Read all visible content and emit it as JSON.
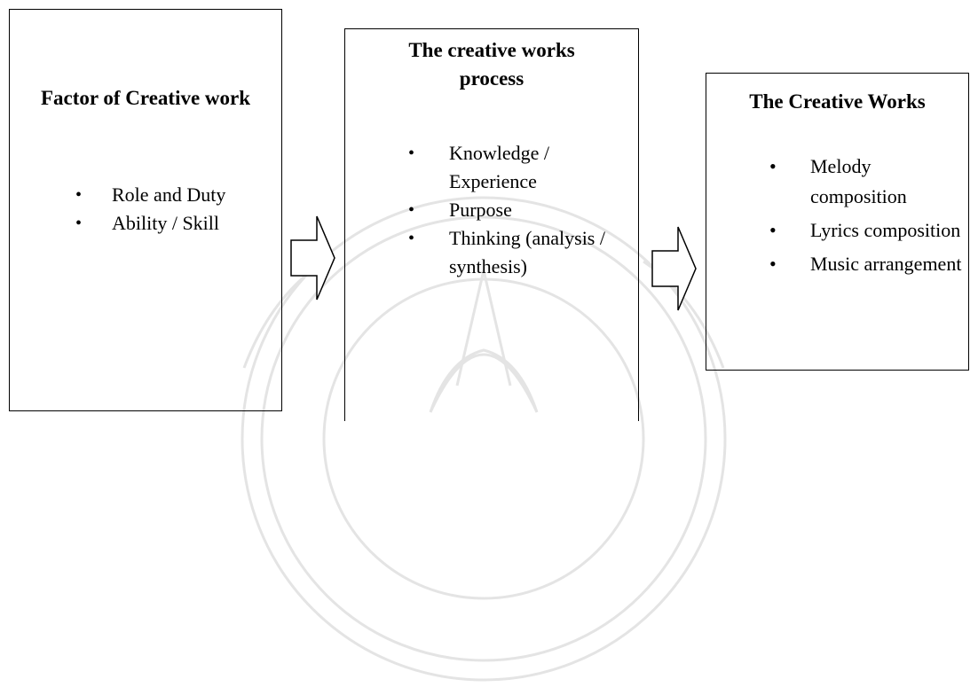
{
  "boxes": [
    {
      "title": "Factor of Creative work",
      "items": [
        "Role and Duty",
        "Ability / Skill"
      ]
    },
    {
      "title": "The creative works process",
      "items": [
        "Knowledge / Experience",
        "Purpose",
        "Thinking (analysis / synthesis)"
      ]
    },
    {
      "title": "The Creative Works",
      "items": [
        "Melody composition",
        "Lyrics composition",
        "Music arrangement"
      ]
    }
  ],
  "bullet": "•",
  "colors": {
    "stroke": "#000000",
    "watermark": "#e6e6e6"
  }
}
